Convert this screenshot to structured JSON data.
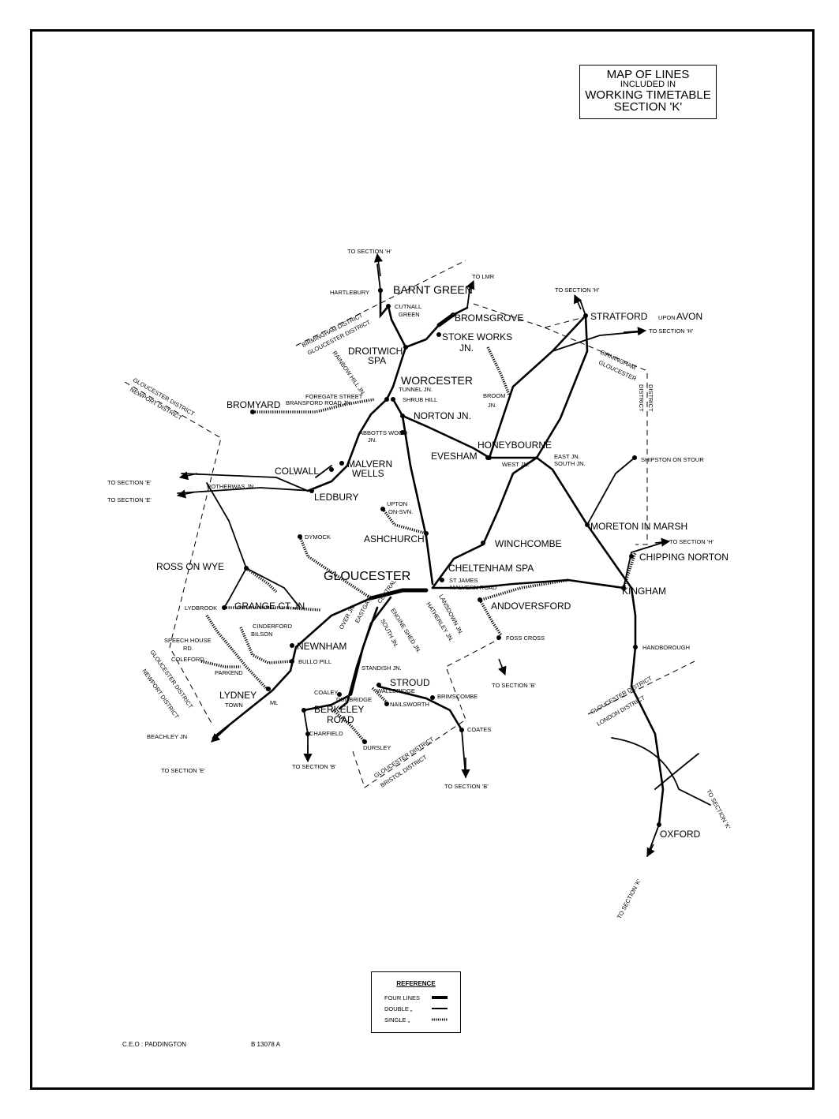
{
  "title": {
    "line1": "MAP OF LINES",
    "line2": "INCLUDED IN",
    "line3": "WORKING TIMETABLE",
    "line4": "SECTION 'K'"
  },
  "reference": {
    "title": "REFERENCE",
    "rows": [
      {
        "label": "FOUR  LINES",
        "style": "four"
      },
      {
        "label": "DOUBLE  „",
        "style": "double"
      },
      {
        "label": "SINGLE  „",
        "style": "single"
      }
    ]
  },
  "footer": {
    "left": "C.E.O : PADDINGTON",
    "right": "B  13078 A"
  },
  "places": [
    {
      "id": "barnt-green",
      "text": "BARNT GREEN",
      "size": "lg",
      "dot": true
    },
    {
      "id": "hartlebury",
      "text": "HARTLEBURY",
      "size": "sm",
      "dot": true
    },
    {
      "id": "cutnall-green-1",
      "text": "CUTNALL",
      "size": "sm",
      "dot": true
    },
    {
      "id": "cutnall-green-2",
      "text": "GREEN",
      "size": "sm"
    },
    {
      "id": "bromsgrove",
      "text": "BROMSGROVE",
      "size": "md",
      "dot": true
    },
    {
      "id": "stoke-works-1",
      "text": "STOKE WORKS",
      "size": "md",
      "dot": true
    },
    {
      "id": "stoke-works-2",
      "text": "JN.",
      "size": "md"
    },
    {
      "id": "droitwich-1",
      "text": "DROITWICH",
      "size": "md",
      "dot": true
    },
    {
      "id": "droitwich-2",
      "text": "SPA",
      "size": "md"
    },
    {
      "id": "worcester",
      "text": "WORCESTER",
      "size": "lg"
    },
    {
      "id": "tunnel-jn",
      "text": "TUNNEL JN.",
      "size": "sm"
    },
    {
      "id": "shrub-hill",
      "text": "SHRUB  HILL",
      "size": "sm",
      "dot": true
    },
    {
      "id": "norton-jn",
      "text": "NORTON JN.",
      "size": "md",
      "dot": true
    },
    {
      "id": "foregate-street",
      "text": "FOREGATE  STREET",
      "size": "sm",
      "dot": true
    },
    {
      "id": "bransford-road",
      "text": "BRANSFORD  ROAD JN.",
      "size": "sm"
    },
    {
      "id": "bromyard",
      "text": "BROMYARD",
      "size": "md",
      "dot": true
    },
    {
      "id": "rainbow-hill",
      "text": "RAINBOW HILL JN.",
      "size": "sm"
    },
    {
      "id": "abbotts-wood-1",
      "text": "ABBOTTS WOOD",
      "size": "sm",
      "dot": true
    },
    {
      "id": "abbotts-wood-2",
      "text": "JN.",
      "size": "sm"
    },
    {
      "id": "malvern-wells-1",
      "text": "MALVERN",
      "size": "md",
      "dot": true
    },
    {
      "id": "malvern-wells-2",
      "text": "WELLS",
      "size": "md"
    },
    {
      "id": "colwall",
      "text": "COLWALL",
      "size": "md",
      "dot": true
    },
    {
      "id": "ledbury",
      "text": "LEDBURY",
      "size": "md",
      "dot": true
    },
    {
      "id": "rotherwas",
      "text": "ROTHERWAS JN",
      "size": "sm"
    },
    {
      "id": "honeybourne",
      "text": "HONEYBOURNE",
      "size": "md",
      "dot": true
    },
    {
      "id": "evesham",
      "text": "EVESHAM",
      "size": "md",
      "dot": true
    },
    {
      "id": "west-jn",
      "text": "WEST JN.",
      "size": "sm"
    },
    {
      "id": "east-jn",
      "text": "EAST JN.",
      "size": "sm"
    },
    {
      "id": "south-jn-h",
      "text": "SOUTH JN.",
      "size": "sm"
    },
    {
      "id": "broom-jn-1",
      "text": "BROOM",
      "size": "sm"
    },
    {
      "id": "broom-jn-2",
      "text": "JN.",
      "size": "sm"
    },
    {
      "id": "stratford",
      "text": "STRATFORD",
      "size": "md",
      "dot": true
    },
    {
      "id": "upon",
      "text": "UPON",
      "size": "sm"
    },
    {
      "id": "avon",
      "text": "AVON",
      "size": "md"
    },
    {
      "id": "shipston",
      "text": "SHIPSTON  ON  STOUR",
      "size": "sm",
      "dot": true
    },
    {
      "id": "moreton",
      "text": "MORETON  IN  MARSH",
      "size": "md",
      "dot": true
    },
    {
      "id": "chipping-norton",
      "text": "CHIPPING  NORTON",
      "size": "md",
      "dot": true
    },
    {
      "id": "kingham",
      "text": "KINGHAM",
      "size": "md",
      "dot": true
    },
    {
      "id": "handborough",
      "text": "HANDBOROUGH",
      "size": "sm",
      "dot": true
    },
    {
      "id": "oxford",
      "text": "OXFORD",
      "size": "md",
      "dot": true
    },
    {
      "id": "upton-1",
      "text": "UPTON",
      "size": "sm",
      "dot": true
    },
    {
      "id": "upton-2",
      "text": "ON-SVN.",
      "size": "sm"
    },
    {
      "id": "ashchurch",
      "text": "ASHCHURCH",
      "size": "md",
      "dot": true
    },
    {
      "id": "winchcombe",
      "text": "WINCHCOMBE",
      "size": "md",
      "dot": true
    },
    {
      "id": "cheltenham",
      "text": "CHELTENHAM  SPA",
      "size": "md",
      "dot": true
    },
    {
      "id": "st-james",
      "text": "ST JAMES",
      "size": "sm"
    },
    {
      "id": "malvern-road",
      "text": "MALVERN ROAD",
      "size": "sm"
    },
    {
      "id": "andoversford",
      "text": "ANDOVERSFORD",
      "size": "md",
      "dot": true
    },
    {
      "id": "foss-cross",
      "text": "FOSS  CROSS",
      "size": "sm",
      "dot": true
    },
    {
      "id": "dymock",
      "text": "DYMOCK",
      "size": "sm",
      "dot": true
    },
    {
      "id": "gloucester",
      "text": "GLOUCESTER",
      "size": "xl"
    },
    {
      "id": "ross",
      "text": "ROSS  ON  WYE",
      "size": "md",
      "dot": true
    },
    {
      "id": "grange-ct",
      "text": "GRANGE  CT  JN.",
      "size": "md",
      "dot": true
    },
    {
      "id": "lydbrook",
      "text": "LYDBROOK",
      "size": "sm"
    },
    {
      "id": "cinderford",
      "text": "CINDERFORD",
      "size": "sm"
    },
    {
      "id": "bilson",
      "text": "BILSON",
      "size": "sm"
    },
    {
      "id": "speech-house-1",
      "text": "SPEECH HOUSE",
      "size": "sm"
    },
    {
      "id": "speech-house-2",
      "text": "RD.",
      "size": "sm"
    },
    {
      "id": "coleford",
      "text": "COLEFORD",
      "size": "sm"
    },
    {
      "id": "parkend",
      "text": "PARKEND",
      "size": "sm"
    },
    {
      "id": "newnham",
      "text": "NEWNHAM",
      "size": "md",
      "dot": true
    },
    {
      "id": "bullo-pill",
      "text": "BULLO PILL",
      "size": "sm",
      "dot": true
    },
    {
      "id": "lydney",
      "text": "LYDNEY",
      "size": "md",
      "dot": true
    },
    {
      "id": "lydney-town",
      "text": "TOWN",
      "size": "sm"
    },
    {
      "id": "lydney-ml",
      "text": "ML",
      "size": "sm"
    },
    {
      "id": "beachley",
      "text": "BEACHLEY  JN",
      "size": "sm"
    },
    {
      "id": "standish",
      "text": "STANDISH  JN.",
      "size": "sm"
    },
    {
      "id": "stroud",
      "text": "STROUD",
      "size": "md",
      "dot": true
    },
    {
      "id": "coaley",
      "text": "COALEY",
      "size": "sm",
      "dot": true
    },
    {
      "id": "dudbridge",
      "text": "DUDBRIDGE",
      "size": "sm"
    },
    {
      "id": "woodchester",
      "text": "WALLBRIDGE",
      "size": "sm"
    },
    {
      "id": "nailsworth",
      "text": "NAILSWORTH",
      "size": "sm",
      "dot": true
    },
    {
      "id": "brimscombe",
      "text": "BRIMSCOMBE",
      "size": "sm",
      "dot": true
    },
    {
      "id": "coates",
      "text": "COATES",
      "size": "sm",
      "dot": true
    },
    {
      "id": "berkeley-1",
      "text": "BERKELEY",
      "size": "md",
      "dot": true
    },
    {
      "id": "berkeley-2",
      "text": "ROAD",
      "size": "md"
    },
    {
      "id": "charfield",
      "text": "CHARFIELD",
      "size": "sm",
      "dot": true
    },
    {
      "id": "dursley",
      "text": "DURSLEY",
      "size": "sm",
      "dot": true
    },
    {
      "id": "over-jn",
      "text": "OVER JN.",
      "size": "sm"
    },
    {
      "id": "central",
      "text": "CENTRAL",
      "size": "sm"
    },
    {
      "id": "eastgate",
      "text": "EASTGATE",
      "size": "sm"
    },
    {
      "id": "engine-shed",
      "text": "ENGINE  SHED  JN.",
      "size": "sm"
    },
    {
      "id": "south-jn-g",
      "text": "SOUTH  JN.",
      "size": "sm"
    },
    {
      "id": "hatherley",
      "text": "HATHERLEY  JN.",
      "size": "sm"
    },
    {
      "id": "lansdown",
      "text": "LANSDOWN  JN.",
      "size": "sm"
    }
  ],
  "directions": [
    {
      "id": "to-h-north",
      "text": "TO  SECTION  'H'"
    },
    {
      "id": "to-lmr",
      "text": "TO LMR"
    },
    {
      "id": "to-h-stratford",
      "text": "TO  SECTION  'H'"
    },
    {
      "id": "to-h-east",
      "text": "TO  SECTION  'H'"
    },
    {
      "id": "to-h-chipping",
      "text": "TO  SECTION  'H'"
    },
    {
      "id": "to-e-1",
      "text": "TO  SECTION  'E'"
    },
    {
      "id": "to-e-2",
      "text": "TO  SECTION  'E'"
    },
    {
      "id": "to-e-3",
      "text": "TO  SECTION  'E'"
    },
    {
      "id": "to-b-1",
      "text": "TO  SECTION  'B'"
    },
    {
      "id": "to-b-2",
      "text": "TO  SECTION  'B'"
    },
    {
      "id": "to-b-3",
      "text": "TO  SECTION  'B'"
    },
    {
      "id": "to-k-1",
      "text": "TO  SECTION  'K'"
    },
    {
      "id": "to-k-2",
      "text": "TO  SECTION  'K'"
    }
  ],
  "districts": [
    {
      "id": "bham-glos-1",
      "text": "BIRMINGHAM  DISTRICT"
    },
    {
      "id": "bham-glos-2",
      "text": "GLOUCESTER  DISTRICT"
    },
    {
      "id": "glos-newport-1",
      "text": "GLOUCESTER  DISTRICT"
    },
    {
      "id": "glos-newport-2",
      "text": "NEWPORT  DISTRICT"
    },
    {
      "id": "glos-newport-3",
      "text": "GLOUCESTER  DISTRICT"
    },
    {
      "id": "glos-newport-4",
      "text": "NEWPORT  DISTRICT"
    },
    {
      "id": "glos-bristol-1",
      "text": "GLOUCESTER  DISTRICT"
    },
    {
      "id": "glos-bristol-2",
      "text": "BRISTOL  DISTRICT"
    },
    {
      "id": "glos-london-1",
      "text": "GLOUCESTER  DISTRICT"
    },
    {
      "id": "glos-london-2",
      "text": "LONDON  DISTRICT"
    },
    {
      "id": "bham-east-1",
      "text": "BIRMINGHAM"
    },
    {
      "id": "bham-east-2",
      "text": "GLOUCESTER"
    },
    {
      "id": "bham-east-3",
      "text": "DISTRICT"
    },
    {
      "id": "bham-east-4",
      "text": "DISTRICT"
    }
  ]
}
